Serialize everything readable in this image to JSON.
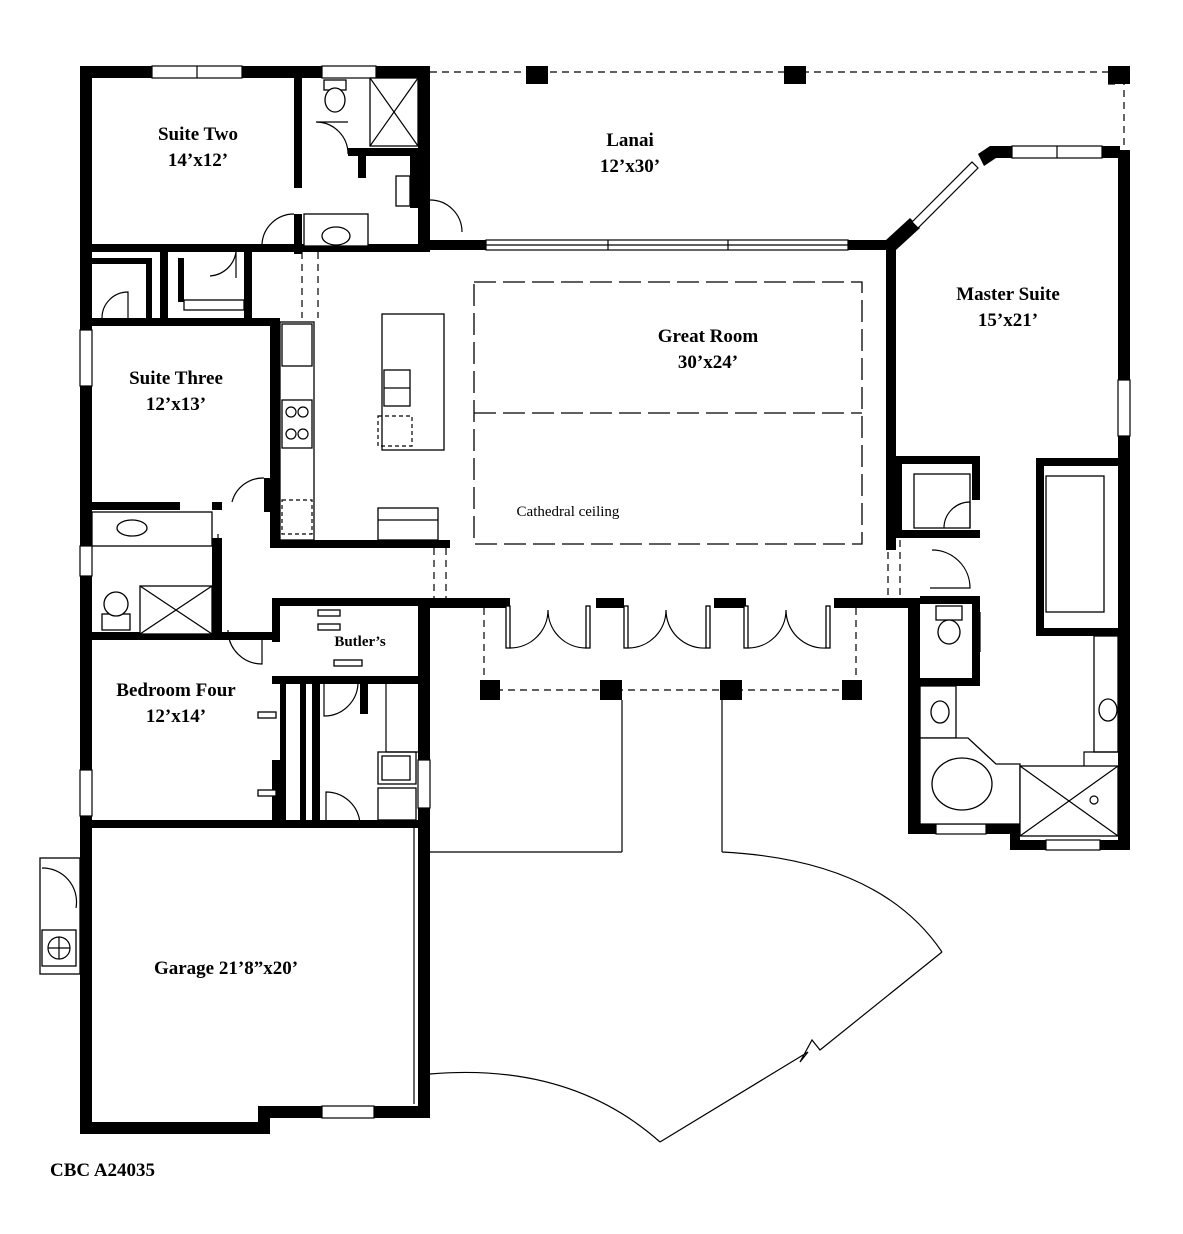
{
  "plan_code": "CBC A24035",
  "rooms": {
    "suite_two": {
      "name": "Suite Two",
      "size": "14’x12’"
    },
    "lanai": {
      "name": "Lanai",
      "size": "12’x30’"
    },
    "master_suite": {
      "name": "Master Suite",
      "size": "15’x21’"
    },
    "great_room": {
      "name": "Great Room",
      "size": "30’x24’"
    },
    "suite_three": {
      "name": "Suite Three",
      "size": "12’x13’"
    },
    "bedroom_four": {
      "name": "Bedroom Four",
      "size": "12’x14’"
    },
    "butlers": {
      "name": "Butler’s"
    },
    "garage": {
      "name": "Garage 21’8”x20’"
    }
  },
  "notes": {
    "ceiling": "Cathedral ceiling"
  }
}
